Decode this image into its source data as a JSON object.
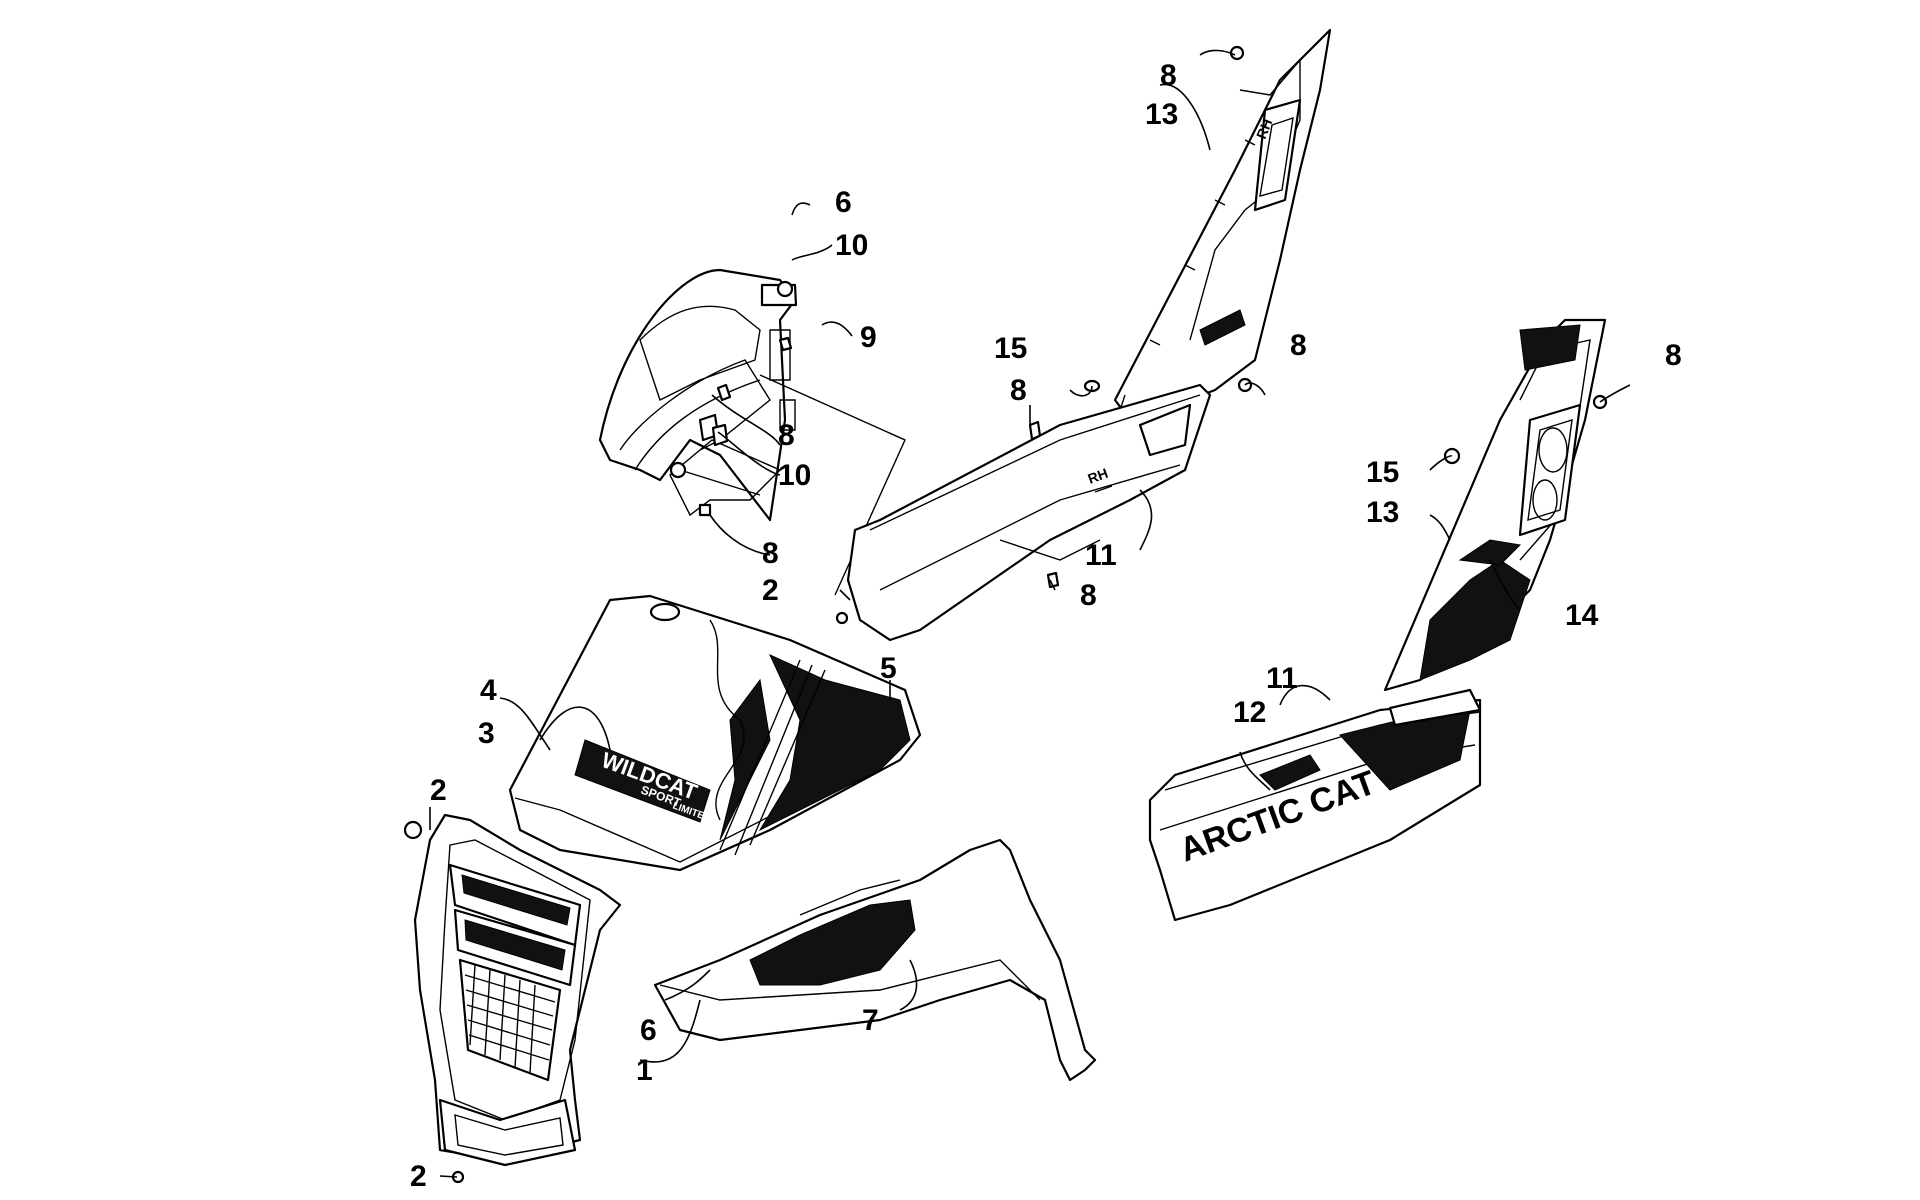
{
  "callouts": [
    {
      "id": "c1",
      "label": "1"
    },
    {
      "id": "c2a",
      "label": "2"
    },
    {
      "id": "c2b",
      "label": "2"
    },
    {
      "id": "c2c",
      "label": "2"
    },
    {
      "id": "c3",
      "label": "3"
    },
    {
      "id": "c4",
      "label": "4"
    },
    {
      "id": "c5",
      "label": "5"
    },
    {
      "id": "c6a",
      "label": "6"
    },
    {
      "id": "c6b",
      "label": "6"
    },
    {
      "id": "c7",
      "label": "7"
    },
    {
      "id": "c8a",
      "label": "8"
    },
    {
      "id": "c8b",
      "label": "8"
    },
    {
      "id": "c8c",
      "label": "8"
    },
    {
      "id": "c8d",
      "label": "8"
    },
    {
      "id": "c8e",
      "label": "8"
    },
    {
      "id": "c8f",
      "label": "8"
    },
    {
      "id": "c8g",
      "label": "8"
    },
    {
      "id": "c9",
      "label": "9"
    },
    {
      "id": "c10a",
      "label": "10"
    },
    {
      "id": "c10b",
      "label": "10"
    },
    {
      "id": "c11a",
      "label": "11"
    },
    {
      "id": "c11b",
      "label": "11"
    },
    {
      "id": "c12",
      "label": "12"
    },
    {
      "id": "c13a",
      "label": "13"
    },
    {
      "id": "c13b",
      "label": "13"
    },
    {
      "id": "c14",
      "label": "14"
    },
    {
      "id": "c15a",
      "label": "15"
    },
    {
      "id": "c15b",
      "label": "15"
    }
  ],
  "decals": {
    "hood_brand": "WILDCAT",
    "hood_sub": "SPORT",
    "hood_sub2": "LIMITED",
    "side_brand": "ARCTIC CAT",
    "panel_mark_upper": "RH",
    "panel_mark_lower": "RH"
  }
}
